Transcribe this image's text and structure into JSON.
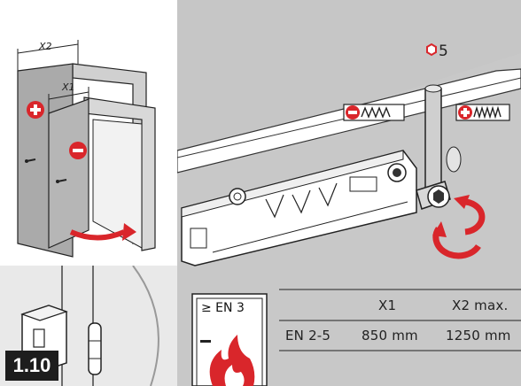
{
  "step_badge": "1.10",
  "hex_size": "5",
  "dimension_labels": {
    "x2": "X2",
    "x1": "X1"
  },
  "fire_sign": {
    "label": "≥ EN 3"
  },
  "spec_table": {
    "headers": [
      "",
      "X1",
      "X2 max."
    ],
    "rows": [
      {
        "cells": [
          "EN 2-5",
          "850 mm",
          "1250 mm"
        ]
      }
    ]
  },
  "colors": {
    "accent_red": "#d9262b",
    "badge_bg": "#1d1d1d",
    "panel_gray": "#c4c4c4",
    "light_gray": "#e9e9e9"
  },
  "icons": [
    "plus-sign-icon",
    "minus-sign-icon",
    "hex-key-icon",
    "rotation-arrow-icon",
    "fire-icon",
    "spring-icon"
  ]
}
